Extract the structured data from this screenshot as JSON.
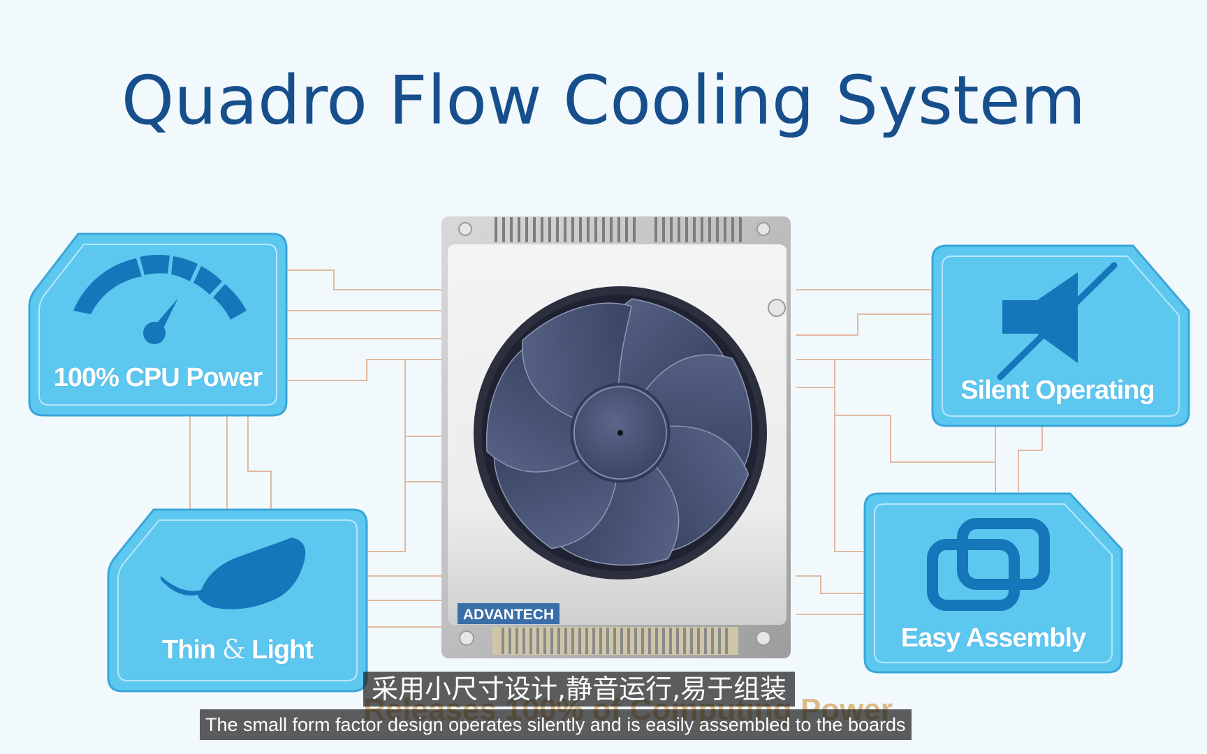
{
  "title": "Quadro Flow Cooling System",
  "features": [
    {
      "label": "100% CPU Power",
      "icon": "speedometer-icon"
    },
    {
      "label_a": "Thin",
      "label_amp": "&",
      "label_b": "Light",
      "icon": "feather-icon"
    },
    {
      "label": "Silent Operating",
      "icon": "muted-speaker-icon"
    },
    {
      "label": "Easy Assembly",
      "icon": "stacked-frames-icon"
    }
  ],
  "device": {
    "brand": "ADVANTECH",
    "icon": "cooling-fan-icon"
  },
  "ghost_text": "Releases 100% of Computing Power",
  "subtitles": {
    "zh": "采用小尺寸设计,静音运行,易于组装",
    "en": "The small form factor design operates silently and is easily assembled to the boards"
  },
  "colors": {
    "title": "#174f8c",
    "panel": "#5cc8f0",
    "panel_border": "#39a6d8",
    "icon": "#1576b9",
    "traces": "#e2b9a0",
    "fan_blade": "#414c6e"
  }
}
